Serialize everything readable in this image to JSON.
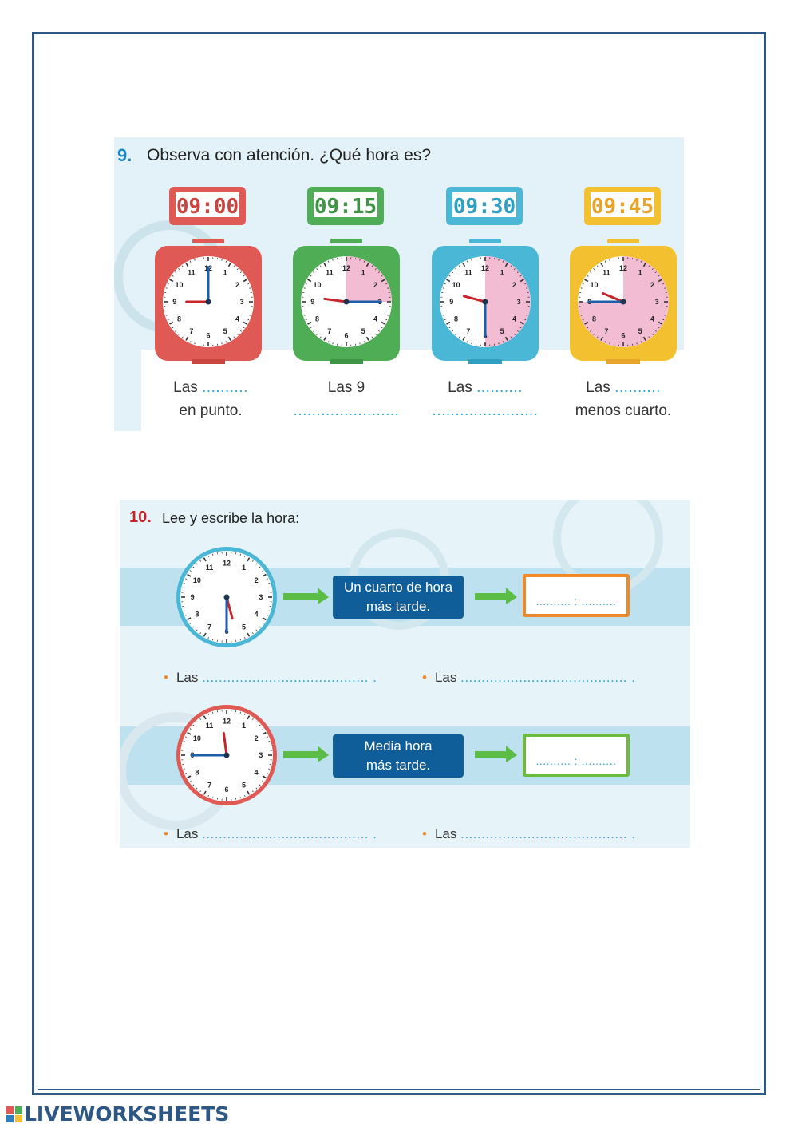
{
  "ex9": {
    "number": "9.",
    "title": "Observa con atención. ¿Qué hora es?",
    "clocks": [
      {
        "digital": "09:00",
        "color": "#e05a55",
        "darkColor": "#c94540",
        "hour": 9,
        "minute": 0,
        "cap1a": "Las ",
        "cap1b": "..........",
        "cap2a": "en punto.",
        "cap2b": ""
      },
      {
        "digital": "09:15",
        "color": "#4fae55",
        "darkColor": "#3d9444",
        "hour": 9,
        "minute": 15,
        "cap1a": "Las 9",
        "cap1b": "",
        "cap2a": "",
        "cap2b": "......................."
      },
      {
        "digital": "09:30",
        "color": "#4ab7d6",
        "darkColor": "#2f9fc2",
        "hour": 9,
        "minute": 30,
        "cap1a": "Las ",
        "cap1b": "..........",
        "cap2a": "",
        "cap2b": "......................."
      },
      {
        "digital": "09:45",
        "color": "#f3c02f",
        "darkColor": "#e8a32a",
        "hour": 9,
        "minute": 45,
        "cap1a": "Las ",
        "cap1b": "..........",
        "cap2a": "menos cuarto.",
        "cap2b": ""
      }
    ]
  },
  "ex10": {
    "number": "10.",
    "title": "Lee y escribe la hora:",
    "rows": [
      {
        "message": "Un cuarto de hora más tarde.",
        "msg1": "Un cuarto de hora",
        "msg2": "más tarde.",
        "boxColor": "orange",
        "clockColor": "#4ab7d6",
        "hour": 5,
        "minute": 30,
        "answer": ".......... : ..........",
        "las_left": "Las",
        "dots_left": "........................................ .",
        "las_right": "Las",
        "dots_right": "........................................ ."
      },
      {
        "message": "Media hora más tarde.",
        "msg1": "Media hora",
        "msg2": "más tarde.",
        "boxColor": "green",
        "clockColor": "#e05a55",
        "hour": 11,
        "minute": 45,
        "answer": ".......... : ..........",
        "las_left": "Las",
        "dots_left": "........................................ .",
        "las_right": "Las",
        "dots_right": "........................................ ."
      }
    ]
  },
  "footer": {
    "brand": "LIVEWORKSHEETS"
  }
}
